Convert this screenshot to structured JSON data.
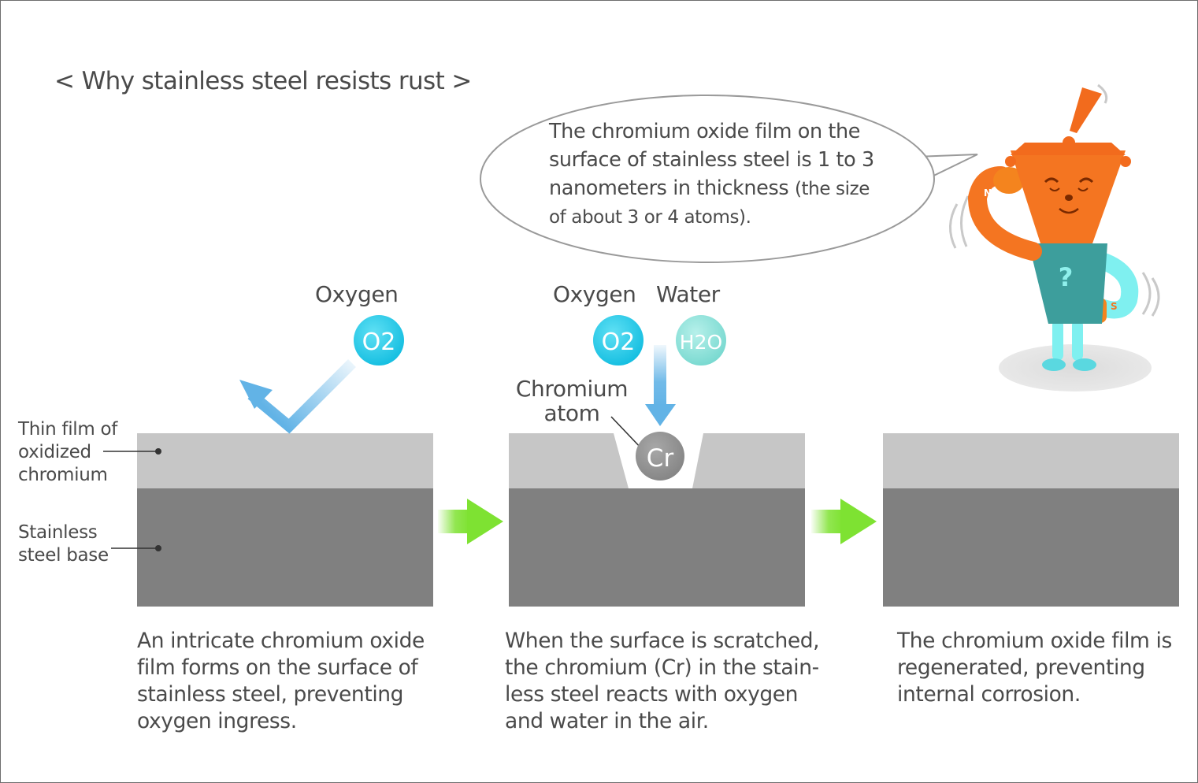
{
  "title": "< Why stainless steel resists rust >",
  "speech_bubble": {
    "line1": "The chromium oxide film on the",
    "line2": "surface of stainless steel is 1 to 3",
    "line3_main": "nanometers in thickness",
    "line3_paren": "(the size",
    "line4": "of about 3 or 4 atoms)."
  },
  "labels": {
    "thin_film": "Thin film of oxidized chromium",
    "steel_base": "Stainless steel base",
    "oxygen_1": "Oxygen",
    "oxygen_2": "Oxygen",
    "water": "Water",
    "chromium_atom": "Chromium atom"
  },
  "molecules": {
    "o2": "O2",
    "h2o": "H2O",
    "cr": "Cr"
  },
  "captions": {
    "step1": "An intricate chromium oxide film forms on the surface of stainless steel, preventing oxygen ingress.",
    "step2": "When the surface is scratched, the chromium (Cr) in the stain-less steel reacts with oxygen and water in the air.",
    "step3": "The chromium oxide film is regenerated, preventing internal corrosion."
  },
  "colors": {
    "oxide_film": "#c6c6c6",
    "steel_base": "#808080",
    "oxygen_ball": "#19c8e6",
    "water_ball": "#86e0d8",
    "chromium_ball": "#8f8f8f",
    "arrow_blue": "#62b3e6",
    "arrow_green": "#7ee232",
    "mascot_orange": "#f47521",
    "mascot_shirt": "#3d9e9c"
  }
}
